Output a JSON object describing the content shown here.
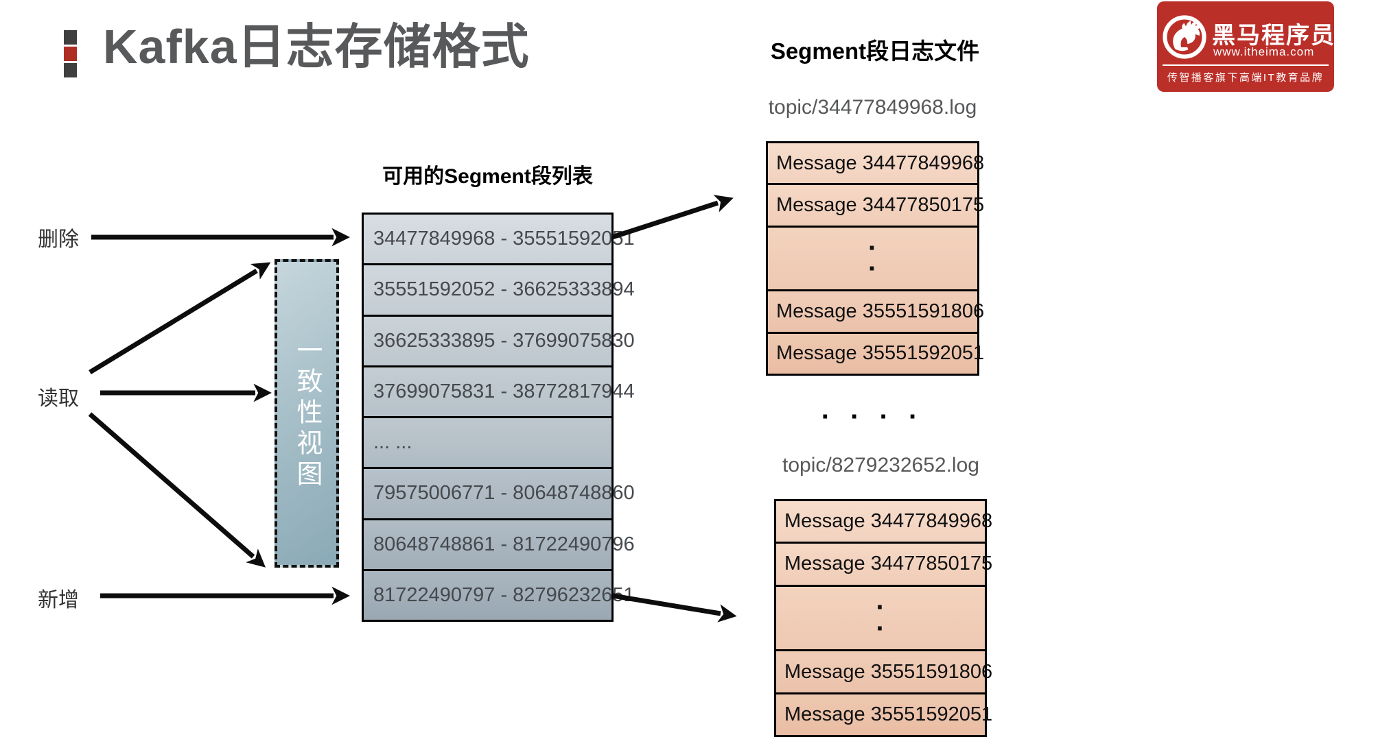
{
  "title": {
    "text": "Kafka日志存储格式"
  },
  "logo": {
    "brand": "黑马程序员",
    "url": "www.itheima.com",
    "tagline": "传智播客旗下高端IT教育品牌",
    "bg_color": "#bb2f29"
  },
  "left_labels": {
    "delete": "删除",
    "read": "读取",
    "add": "新增"
  },
  "consistency_view": {
    "label": "一致性视图"
  },
  "segment_list": {
    "heading": "可用的Segment段列表",
    "rows": [
      "34477849968 - 35551592051",
      "35551592052 - 36625333894",
      "36625333895 - 37699075830",
      "37699075831 - 38772817944",
      "... ...",
      "79575006771 - 80648748860",
      "80648748861 - 81722490796",
      "81722490797 - 82796232651"
    ]
  },
  "segment_files": {
    "heading": "Segment段日志文件",
    "separator_dots": "·  ·  ·  ·",
    "dots_vertical": "·",
    "files": [
      {
        "name": "topic/34477849968.log",
        "messages": [
          {
            "type": "text",
            "text": "Message 34477849968"
          },
          {
            "type": "text",
            "text": "Message 34477850175"
          },
          {
            "type": "dots"
          },
          {
            "type": "text",
            "text": "Message 35551591806"
          },
          {
            "type": "text",
            "text": "Message 35551592051"
          }
        ]
      },
      {
        "name": "topic/8279232652.log",
        "messages": [
          {
            "type": "text",
            "text": "Message 34477849968"
          },
          {
            "type": "text",
            "text": "Message 34477850175"
          },
          {
            "type": "dots"
          },
          {
            "type": "text",
            "text": "Message 35551591806"
          },
          {
            "type": "text",
            "text": "Message 35551592051"
          }
        ]
      }
    ]
  },
  "colors": {
    "logo_red": "#bb2f29",
    "bullet_red": "#ae2e24",
    "title_gray": "#58595b",
    "segment_row_gray_top": "#d8dee2",
    "segment_row_gray_bottom": "#9aa8b3",
    "message_row_peach_top": "#f7ddcc",
    "message_row_peach_bottom": "#e9bda4",
    "consistency_teal_light": "#c6d6dc",
    "consistency_teal_dark": "#8aa9b6",
    "arrow_black": "#0d0d0d"
  }
}
